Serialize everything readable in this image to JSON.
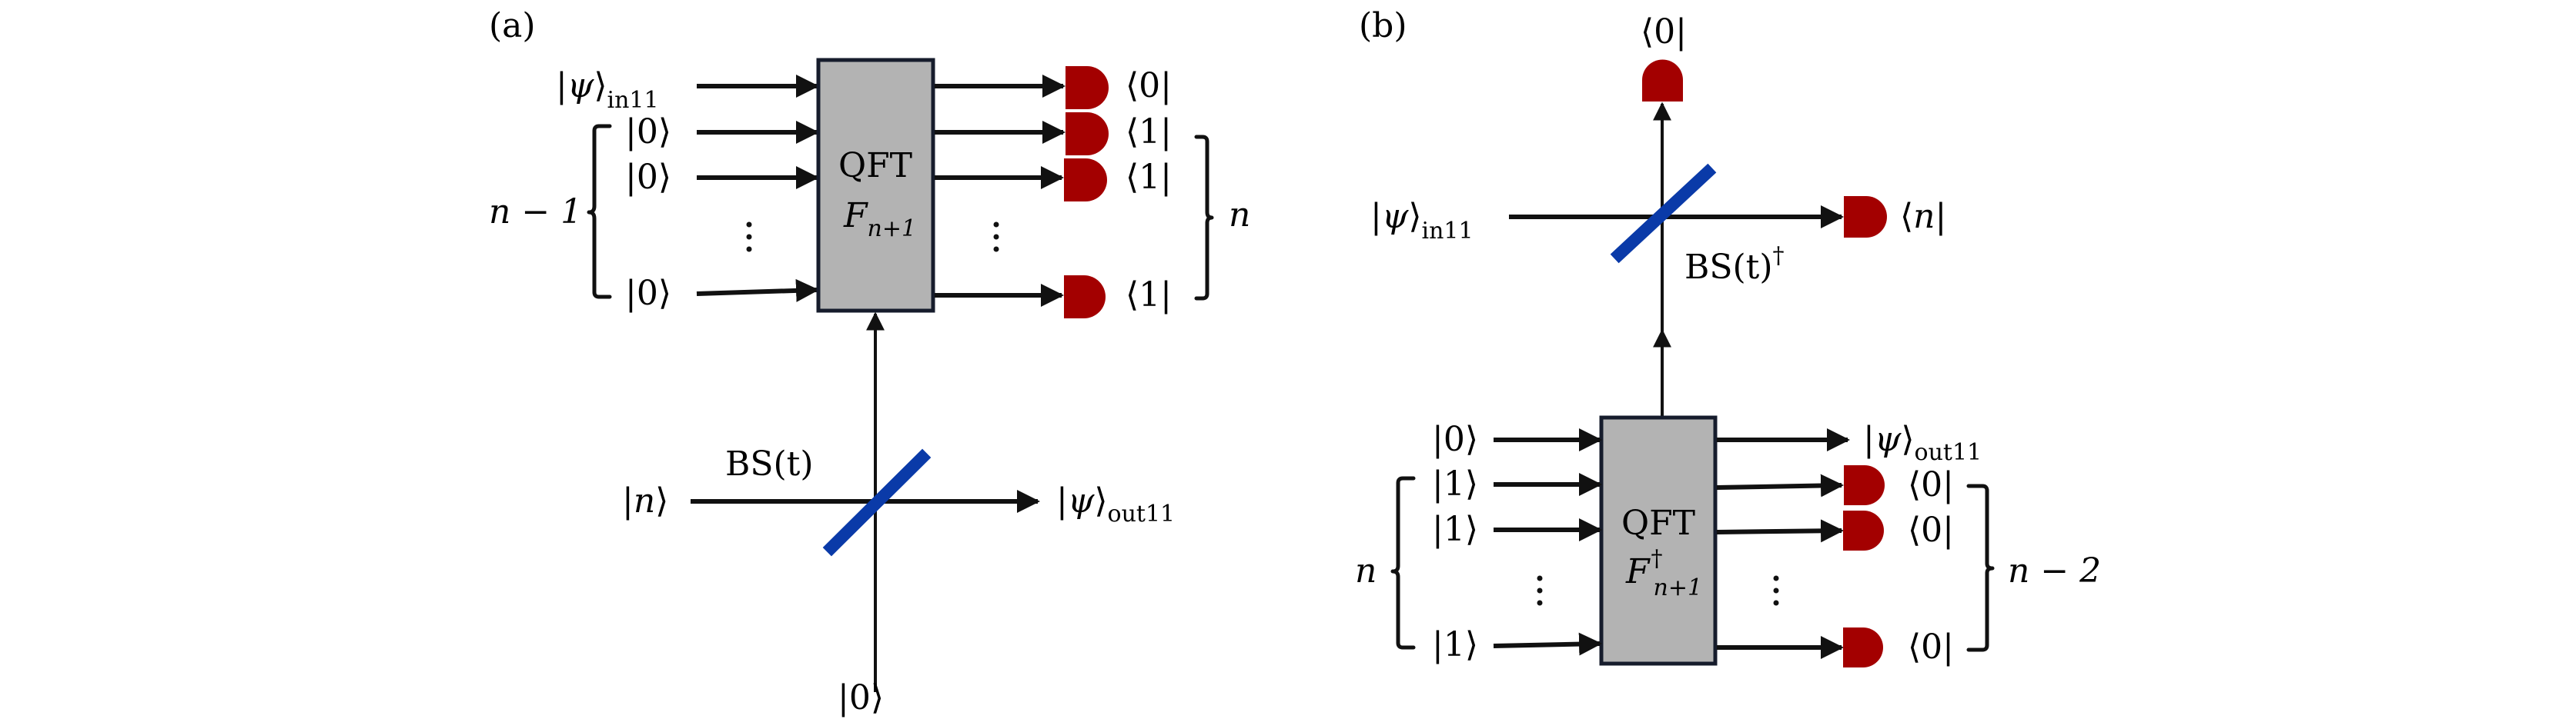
{
  "panels": {
    "a": {
      "tag": "(a)",
      "box": {
        "line1": "QFT",
        "line2_main": "F",
        "line2_sub": "n+1"
      },
      "inputs": [
        {
          "ket": "ψ",
          "sub": "in11",
          "italic": true
        },
        {
          "ket": "0",
          "sub": ""
        },
        {
          "ket": "0",
          "sub": ""
        },
        {
          "ket": "0",
          "sub": ""
        }
      ],
      "outputs": [
        {
          "bra": "0"
        },
        {
          "bra": "1"
        },
        {
          "bra": "1"
        },
        {
          "bra": "1"
        }
      ],
      "left_brace_label": "n − 1",
      "right_brace_label": "n",
      "ellipsis": "⋮",
      "bs_label": "BS(t)",
      "bs_input_left": "n",
      "bs_input_bottom": "0",
      "bs_output": {
        "ket": "ψ",
        "sub": "out11"
      }
    },
    "b": {
      "tag": "(b)",
      "top_detector_bra": "0",
      "bs_label": "BS(t)",
      "bs_label_sup": "†",
      "bs_input_left": {
        "ket": "ψ",
        "sub": "in11"
      },
      "bs_right_detector_bra": "n",
      "box": {
        "line1": "QFT",
        "line2_main": "F",
        "line2_sup": "†",
        "line2_sub": "n+1"
      },
      "inputs": [
        {
          "ket": "0"
        },
        {
          "ket": "1"
        },
        {
          "ket": "1"
        },
        {
          "ket": "1"
        }
      ],
      "first_output": {
        "ket": "ψ",
        "sub": "out11"
      },
      "outputs": [
        {
          "bra": "0"
        },
        {
          "bra": "0"
        },
        {
          "bra": "0"
        }
      ],
      "left_brace_label": "n",
      "right_brace_label": "n − 2",
      "ellipsis": "⋮"
    }
  },
  "colors": {
    "detector": "#a30000",
    "beam_splitter": "#0a3aa8",
    "qft_box_fill": "#b3b3b3",
    "qft_box_border": "#161c2c"
  }
}
